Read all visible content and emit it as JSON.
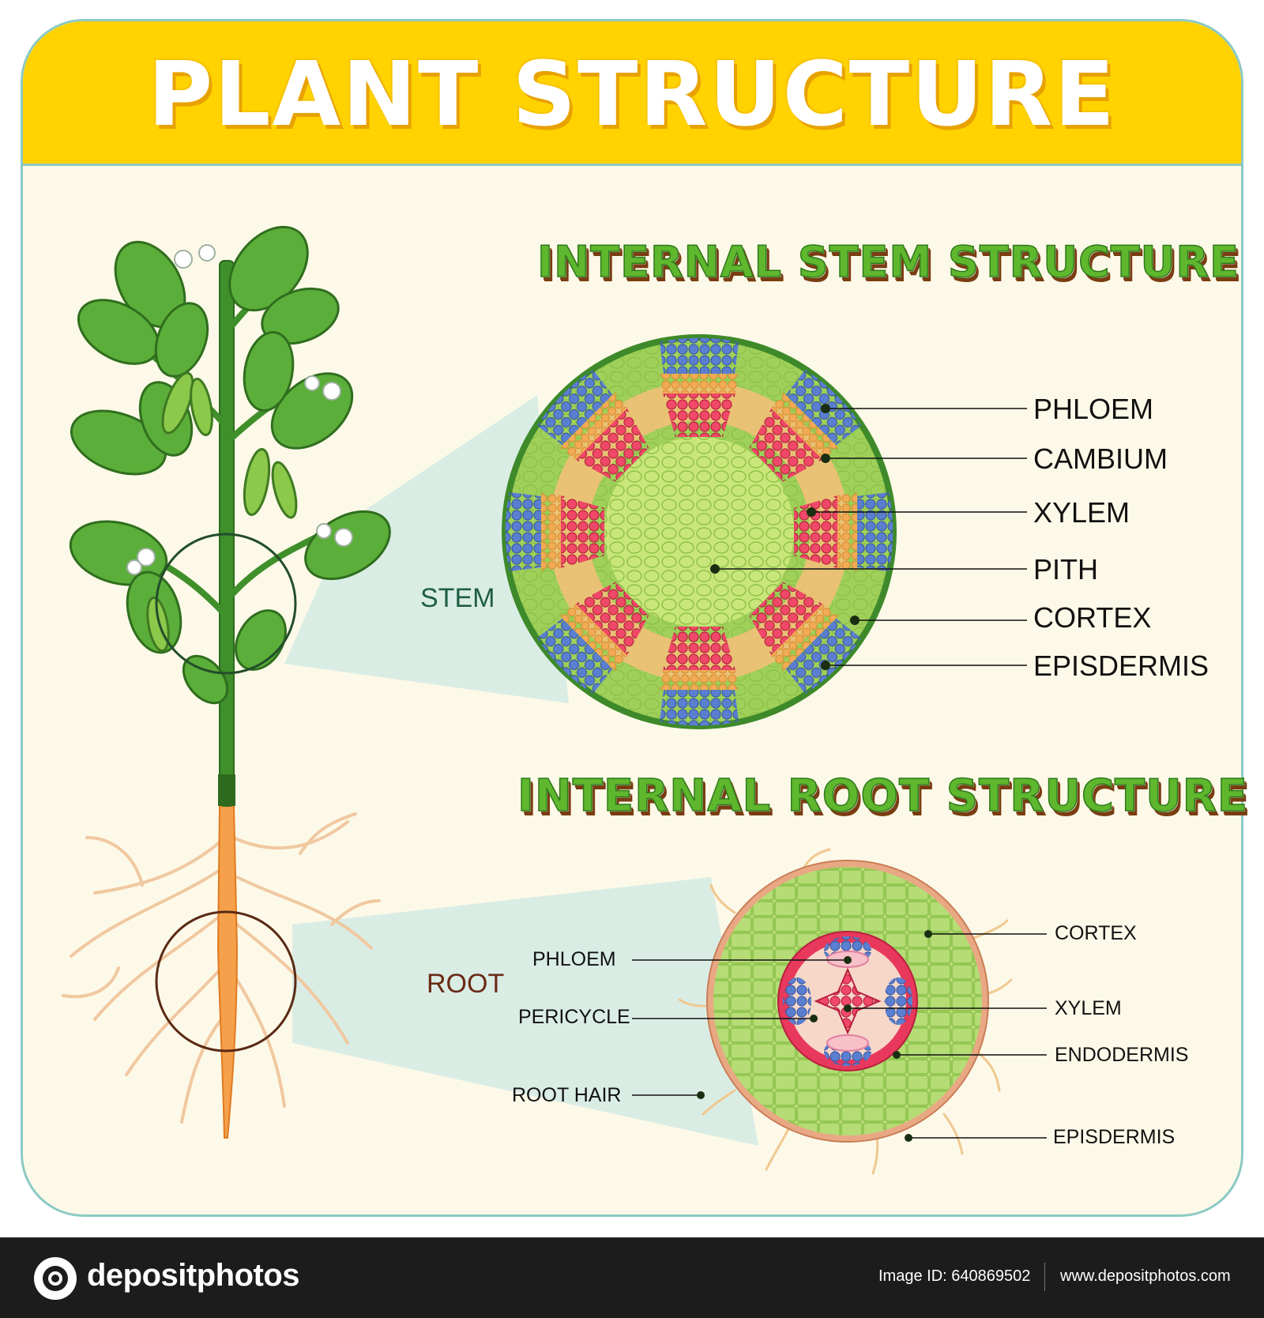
{
  "title": "PLANT STRUCTURE",
  "stem_section": {
    "heading": "INTERNAL STEM STRUCTURE",
    "zoom_label": "STEM",
    "labels": [
      "PHLOEM",
      "CAMBIUM",
      "XYLEM",
      "PITH",
      "CORTEX",
      "EPISDERMIS"
    ]
  },
  "root_section": {
    "heading": "INTERNAL ROOT STRUCTURE",
    "zoom_label": "ROOT",
    "labels_left": [
      "PHLOEM",
      "PERICYCLE",
      "ROOT HAIR"
    ],
    "labels_right": [
      "CORTEX",
      "XYLEM",
      "ENDODERMIS",
      "EPISDERMIS"
    ]
  },
  "footer": {
    "brand": "depositphotos",
    "image_id": "Image ID: 640869502",
    "website": "www.depositphotos.com"
  },
  "colors": {
    "banner": "#ffd200",
    "card_bg": "#fdf9e8",
    "border": "#8cc9c4",
    "heading_green": "#5fb72e",
    "phloem_blue": "#5b7fd0",
    "xylem_red": "#e8395c",
    "cambium_orange": "#f0a848",
    "pith_green": "#c9e67a",
    "cortex_green": "#9fd05a",
    "stem_outline": "#3e8a2a",
    "root_orange": "#f08a2a"
  }
}
